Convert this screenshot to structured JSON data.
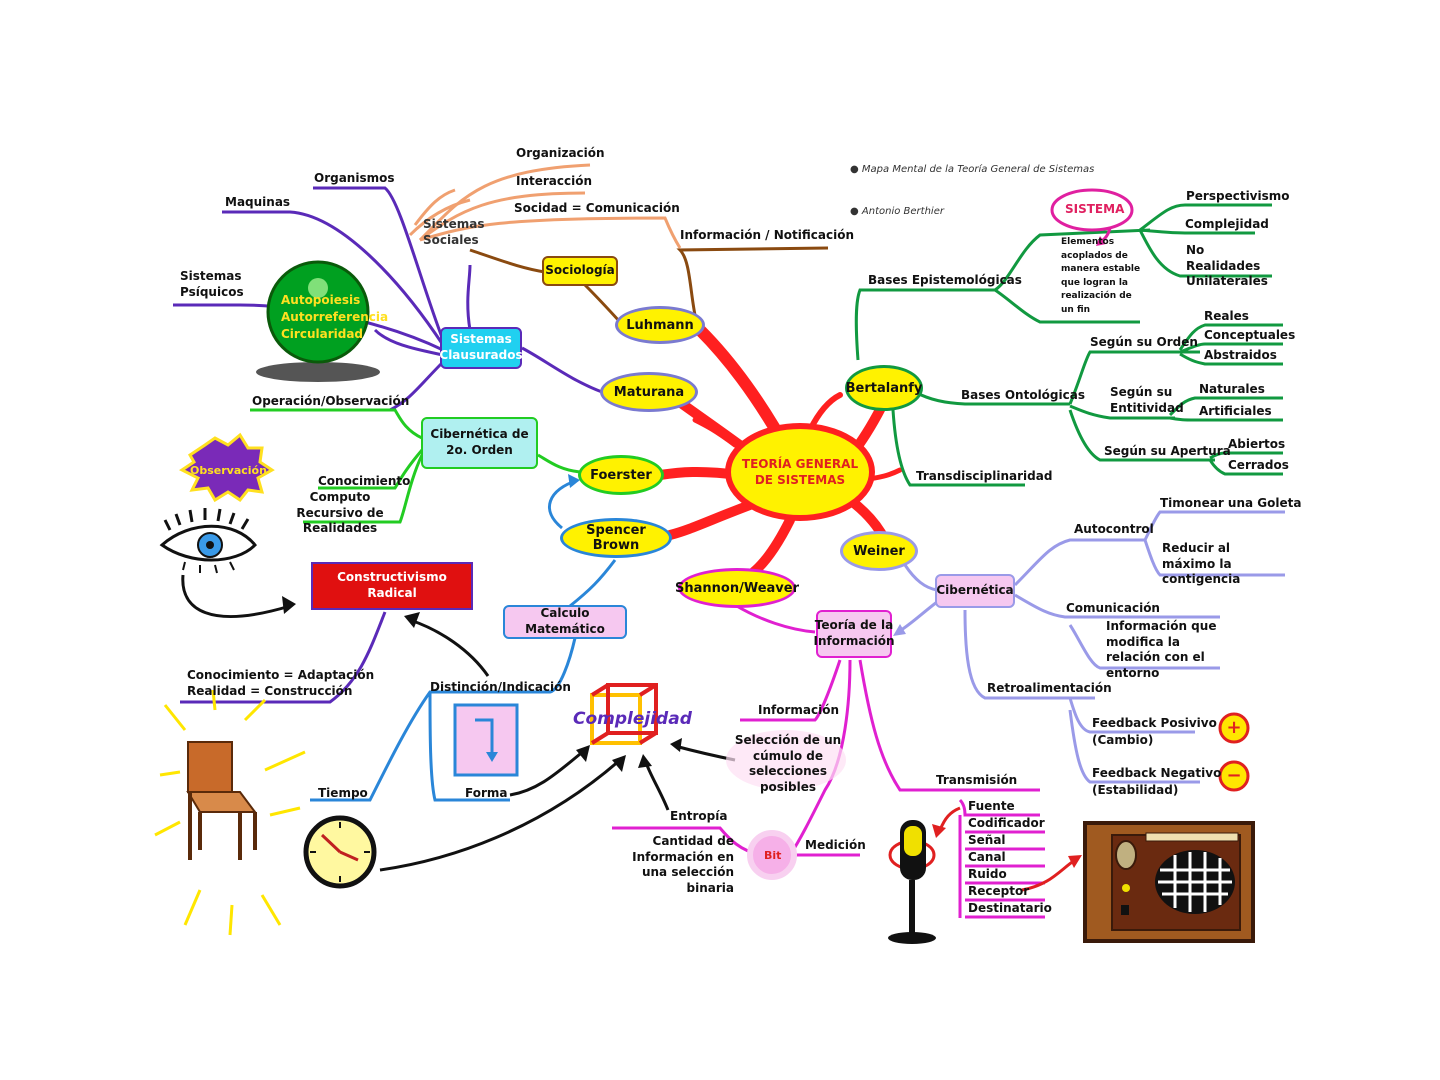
{
  "diagram": {
    "notes": {
      "title": "Mapa Mental de la Teoría General de Sistemas",
      "author": "Antonio Berthier"
    },
    "center": "TEORÍA GENERAL DE SISTEMAS",
    "luhmann": {
      "label": "Luhmann",
      "sociologia": "Sociología",
      "sistemas_sociales": "Sistemas Sociales",
      "organizacion": "Organización",
      "interaccion": "Interacción",
      "sociedad": "Socidad = Comunicación",
      "informacion": "Información / Notificación"
    },
    "maturana": {
      "label": "Maturana",
      "sistemas_clausurados": "Sistemas Clausurados",
      "organismos": "Organismos",
      "maquinas": "Maquinas",
      "sistemas_psiquicos": "Sistemas Psíquicos",
      "autopoiesis": "Autopoiesis",
      "autorreferencia": "Autorreferencia",
      "circularidad": "Circularidad",
      "operacion": "Operación/Observación"
    },
    "foerster": {
      "label": "Foerster",
      "cibernetica": "Cibernética de 2o. Orden",
      "conocimiento": "Conocimiento",
      "computo": "Computo Recursivo de Realidades",
      "observacion_badge": "Observación"
    },
    "spencer": {
      "label": "Spencer Brown",
      "calculo": "Calculo Matemático",
      "distincion": "Distinción/Indicación",
      "tiempo": "Tiempo",
      "forma": "Forma"
    },
    "constructivismo": {
      "label": "Constructivismo Radical",
      "conocimiento_adaptacion": "Conocimiento = Adaptación",
      "realidad_construccion": "Realidad = Construcción"
    },
    "complejidad": "Complejidad",
    "shannon": {
      "label": "Shannon/Weaver",
      "teoria": "Teoría de la Información",
      "informacion": "Información",
      "seleccion": "Selección de un cúmulo de selecciones posibles",
      "entropia": "Entropía",
      "cantidad": "Cantidad de Información en una selección binaria",
      "medicion": "Medición",
      "bit": "Bit",
      "transmision": "Transmisión",
      "transmision_items": [
        "Fuente",
        "Codificador",
        "Señal",
        "Canal",
        "Ruido",
        "Receptor",
        "Destinatario"
      ]
    },
    "weiner": {
      "label": "Weiner",
      "cibernetica": "Cibernética",
      "autocontrol": "Autocontrol",
      "timonear": "Timonear una Goleta",
      "reducir": "Reducir al máximo la contigencia",
      "comunicacion": "Comunicación",
      "info_modifica": "Información que modifica la relación con el entorno",
      "retroalimentacion": "Retroalimentación",
      "feedback_pos": "Feedback Posivivo",
      "feedback_pos_sub": "(Cambio)",
      "feedback_neg": "Feedback Negativo",
      "feedback_neg_sub": "(Estabilidad)",
      "plus": "+",
      "minus": "−"
    },
    "bertalanfy": {
      "label": "Bertalanfy",
      "bases_epistemologicas": "Bases Epistemológicas",
      "sistema": "SISTEMA",
      "elementos": "Elementos acoplados de manera estable que logran la realización de un fin",
      "perspectivismo": "Perspectivismo",
      "complejidad": "Complejidad",
      "no_realidades": "No Realidades Unilaterales",
      "bases_ontologicas": "Bases Ontológicas",
      "segun_orden": "Según su Orden",
      "reales": "Reales",
      "conceptuales": "Conceptuales",
      "abstraidos": "Abstraidos",
      "segun_entitividad": "Según su Entitividad",
      "naturales": "Naturales",
      "artificiales": "Artificiales",
      "segun_apertura": "Según su Apertura",
      "abiertos": "Abiertos",
      "cerrados": "Cerrados",
      "transdisciplinaridad": "Transdisciplinaridad"
    },
    "colors": {
      "center": "#ff2020",
      "center_fill": "#fff200",
      "luhmann": "#8a4a10",
      "maturana": "#5a2ab8",
      "foerster": "#22cc22",
      "spencer": "#2a86d8",
      "shannon": "#e020d0",
      "weiner": "#9a9ae8",
      "bertalanfy": "#119940"
    }
  }
}
